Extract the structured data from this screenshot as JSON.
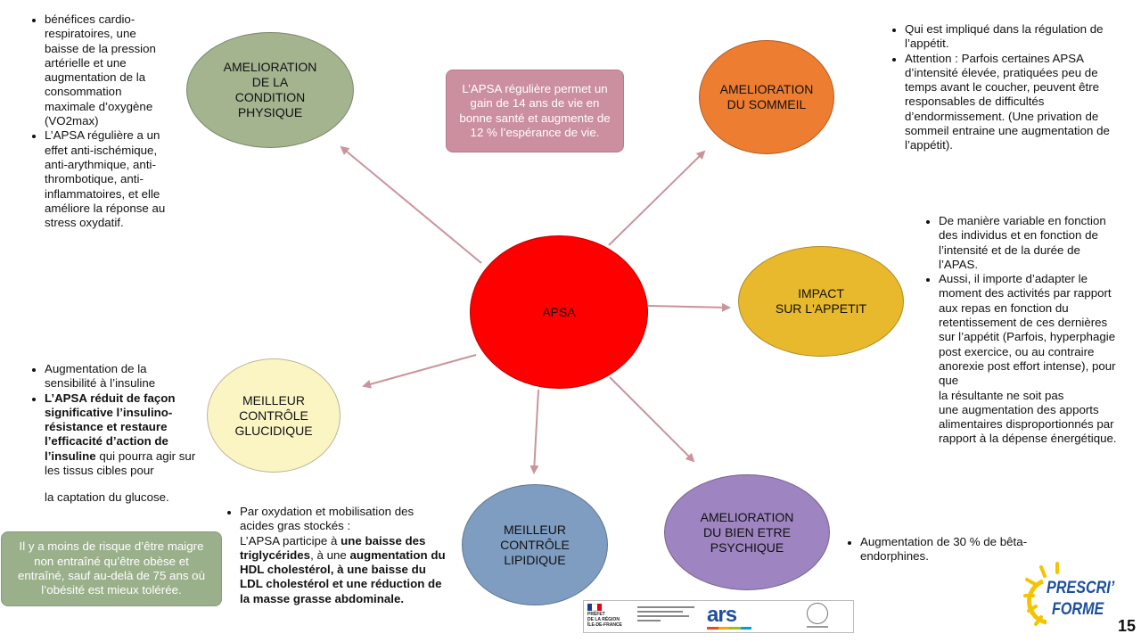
{
  "colors": {
    "center": "#ff0000",
    "physique": "#a3b48f",
    "sommeil": "#ed7d31",
    "appetit": "#e8b92c",
    "glucidique": "#fbf5c4",
    "lipidique": "#7f9dc1",
    "psychique": "#9e84c0",
    "arrow": "#c9949d",
    "box_pink": "#cc8fa0",
    "box_green": "#9ab08b"
  },
  "center": {
    "label": "APSA"
  },
  "nodes": {
    "physique": "AMELIORATION\nDE LA\nCONDITION\nPHYSIQUE",
    "sommeil": "AMELIORATION\nDU SOMMEIL",
    "appetit": "IMPACT\nSUR L'APPETIT",
    "glucidique": "MEILLEUR\nCONTRÔLE\nGLUCIDIQUE",
    "lipidique": "MEILLEUR\nCONTRÔLE\nLIPIDIQUE",
    "psychique": "AMELIORATION\nDU BIEN ETRE\nPSYCHIQUE"
  },
  "boxes": {
    "esperance": "L’APSA régulière permet un gain de 14 ans de vie en bonne santé et augmente de 12 % l’espérance de vie.",
    "obesite": "Il y a moins de risque d’être maigre non entraîné qu’être obèse et entraîné, sauf au-delà de 75 ans où l’obésité est mieux tolérée."
  },
  "notes": {
    "physique_1": "bénéfices cardio-respiratoires, une baisse de la pression artérielle et une augmentation de la consommation maximale d’oxygène (VO2max)",
    "physique_2": "L’APSA régulière a un effet anti-ischémique, anti-arythmique, anti-thrombotique, anti-inflammatoires, et elle améliore la réponse au stress oxydatif.",
    "sommeil_1": "Qui est impliqué dans la régulation de l’appétit.",
    "sommeil_2": "Attention : Parfois certaines APSA d’intensité élevée, pratiquées peu de temps avant le coucher, peuvent être responsables de difficultés d’endormissement. (Une privation de sommeil entraine une augmentation de l’appétit).",
    "appetit_1": "De manière variable en fonction des individus et en fonction de l’intensité et de la durée de l’APAS.",
    "appetit_2": "Aussi, il importe d’adapter le moment des activités par rapport aux repas en fonction du retentissement de ces dernières sur l’appétit (Parfois, hyperphagie post exercice, ou au contraire anorexie post effort intense), pour que",
    "appetit_3": "la résultante ne soit pas\nune augmentation des apports alimentaires disproportionnés par rapport à la dépense énergétique.",
    "gluc_1": "Augmentation de la sensibilité à l’insuline",
    "gluc_2_bold": "L’APSA réduit de façon significative l’insulino-résistance et restaure l’efficacité d’action de l’insuline",
    "gluc_2_rest": " qui pourra agir sur les tissus cibles pour",
    "gluc_3": "la captation du glucose.",
    "lipid_1": "Par oxydation et mobilisation des acides gras stockés :",
    "lipid_2a": "L’APSA participe à ",
    "lipid_2b": "une baisse des triglycérides",
    "lipid_2c": ", à une ",
    "lipid_2d": "augmentation du HDL cholestérol, à une baisse du LDL cholestérol et une réduction de la masse grasse abdominale.",
    "psych_1": "Augmentation de 30 % de bêta-endorphines."
  },
  "footer": {
    "prefet_lines": "PRÉFET\nDE LA RÉGION\nÎLE-DE-FRANCE",
    "ars_logo": "ars",
    "logo_line1": "PRESCRI’",
    "logo_line2": "FORME",
    "page_number": "15"
  }
}
